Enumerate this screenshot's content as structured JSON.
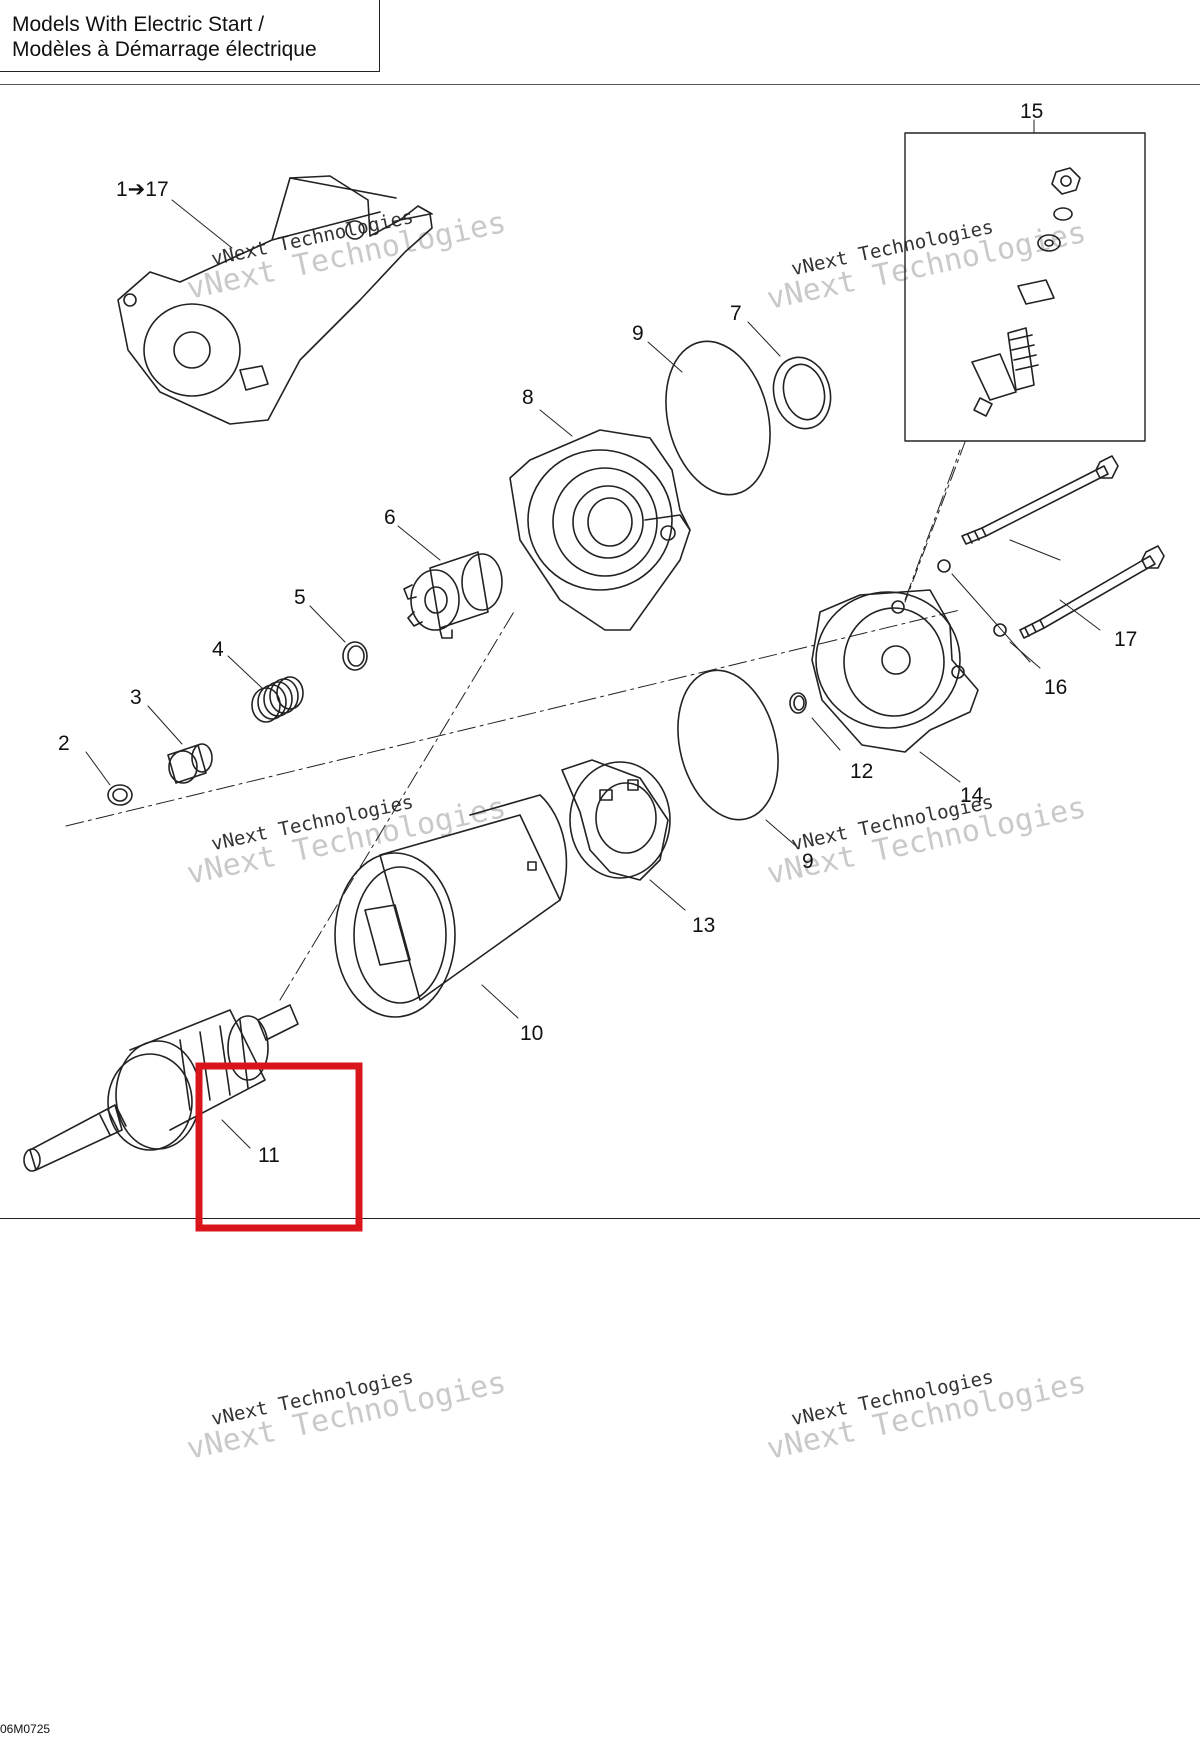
{
  "title": {
    "line1": "Models With Electric Start /",
    "line2": "Modèles à Démarrage électrique"
  },
  "callouts": {
    "c1": "1➔17",
    "c2": "2",
    "c3": "3",
    "c4": "4",
    "c5": "5",
    "c6": "6",
    "c7": "7",
    "c8": "8",
    "c9a": "9",
    "c9b": "9",
    "c10": "10",
    "c11": "11",
    "c12": "12",
    "c13": "13",
    "c14": "14",
    "c15": "15",
    "c16": "16",
    "c17": "17"
  },
  "watermark": {
    "line1": "vNext Technologies",
    "line2": "vNext Technologies"
  },
  "drawing_code": "06M0725",
  "highlight_color": "#d9141b"
}
